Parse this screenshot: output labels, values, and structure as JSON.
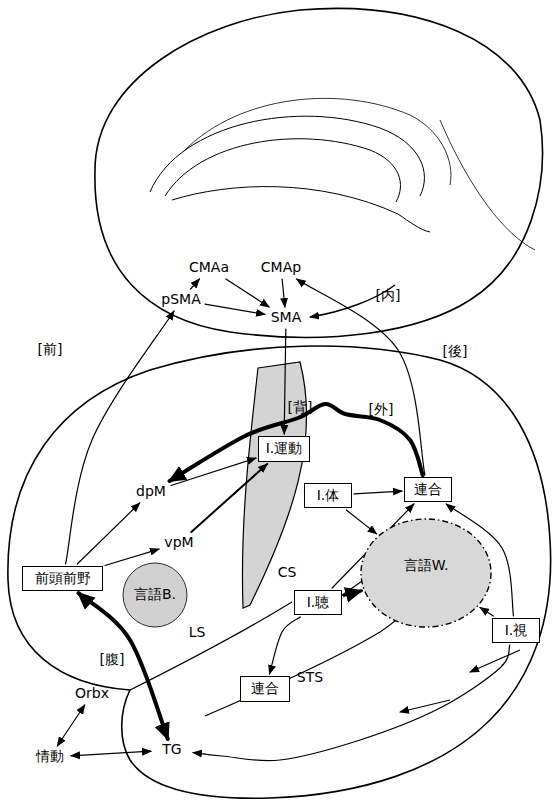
{
  "diagram": {
    "nodes": [
      {
        "text": [
          "CMAa"
        ]
      },
      {
        "text": [
          "CMAp"
        ]
      },
      {
        "text": [
          "pSMA"
        ]
      },
      {
        "text": [
          "SMA"
        ]
      },
      {
        "text": [
          "I.運動"
        ]
      },
      {
        "text": [
          "連合"
        ]
      },
      {
        "text": [
          "dpM"
        ]
      },
      {
        "text": [
          "vpM"
        ]
      },
      {
        "text": [
          "I.体"
        ]
      },
      {
        "text": [
          "前頭前野"
        ]
      },
      {
        "text": [
          "言語B."
        ]
      },
      {
        "text": [
          "言語W."
        ]
      },
      {
        "text": [
          "I.聴"
        ]
      },
      {
        "text": [
          "I.視"
        ]
      },
      {
        "text": [
          "連合"
        ]
      },
      {
        "text": [
          "Orbx"
        ]
      },
      {
        "text": [
          "情動"
        ]
      },
      {
        "text": [
          "TG"
        ]
      }
    ],
    "edges": [
      {
        "from": 2,
        "to": 0,
        "arrow": "to"
      },
      {
        "from": 0,
        "to": 3,
        "arrow": "to"
      },
      {
        "from": 1,
        "to": 3,
        "arrow": "to"
      },
      {
        "from": 2,
        "to": 3,
        "arrow": "to"
      },
      {
        "from": 9,
        "to": 2,
        "arrow": "to"
      },
      {
        "from": 5,
        "to": 1,
        "arrow": "to"
      },
      {
        "from": 3,
        "to": 4,
        "arrow": "to"
      },
      {
        "from": 6,
        "to": 4,
        "arrow": "to"
      },
      {
        "from": 7,
        "to": 4,
        "arrow": "to"
      },
      {
        "from": 9,
        "to": 6,
        "arrow": "to"
      },
      {
        "from": 9,
        "to": 7,
        "arrow": "to"
      },
      {
        "from": 5,
        "to": 6,
        "arrow": "to"
      },
      {
        "from": 8,
        "to": 5,
        "arrow": "to"
      },
      {
        "from": 8,
        "to": 11,
        "arrow": "to"
      },
      {
        "from": 12,
        "to": 11,
        "arrow": "to"
      },
      {
        "from": 12,
        "to": 5,
        "arrow": "to"
      },
      {
        "from": 13,
        "to": 5,
        "arrow": "to"
      },
      {
        "from": 13,
        "to": 11,
        "arrow": "to"
      },
      {
        "from": 12,
        "to": 14,
        "arrow": "to"
      },
      {
        "from": 13,
        "to": 17,
        "arrow": "to"
      },
      {
        "from": 9,
        "to": 17,
        "arrow": "both"
      },
      {
        "from": 15,
        "to": 16,
        "arrow": "both"
      },
      {
        "from": 16,
        "to": 17,
        "arrow": "both"
      }
    ],
    "labels": [
      "[内]",
      "[前]",
      "[後]",
      "[背]",
      "[外]",
      "CS",
      "LS",
      "STS",
      "[腹]"
    ]
  }
}
